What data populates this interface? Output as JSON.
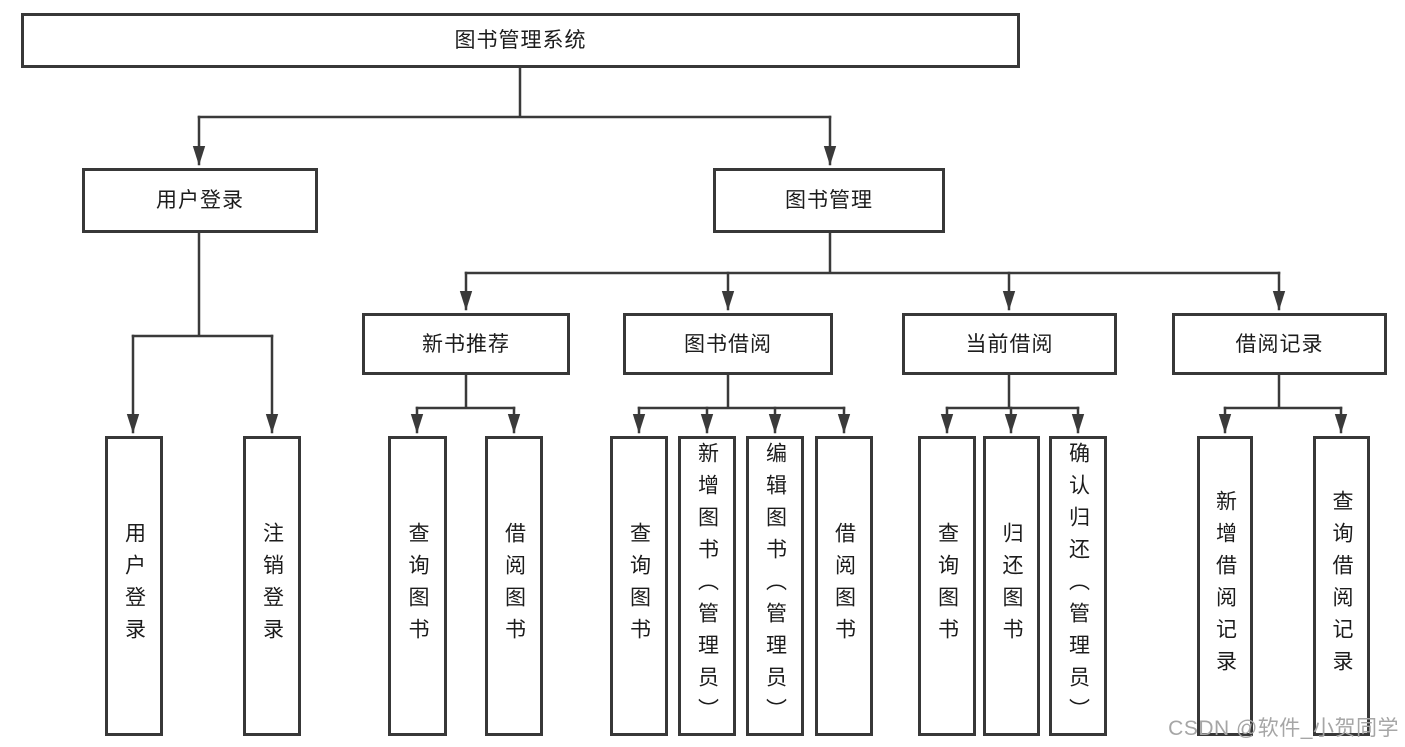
{
  "diagram_title": "图书管理系统",
  "tree": {
    "label": "图书管理系统",
    "children": [
      {
        "label": "用户登录",
        "children": [
          {
            "label": "用户登录"
          },
          {
            "label": "注销登录"
          }
        ]
      },
      {
        "label": "图书管理",
        "children": [
          {
            "label": "新书推荐",
            "children": [
              {
                "label": "查询图书"
              },
              {
                "label": "借阅图书"
              }
            ]
          },
          {
            "label": "图书借阅",
            "children": [
              {
                "label": "查询图书"
              },
              {
                "label": "新增图书（管理员）"
              },
              {
                "label": "编辑图书（管理员）"
              },
              {
                "label": "借阅图书"
              }
            ]
          },
          {
            "label": "当前借阅",
            "children": [
              {
                "label": "查询图书"
              },
              {
                "label": "归还图书"
              },
              {
                "label": "确认归还（管理员）"
              }
            ]
          },
          {
            "label": "借阅记录",
            "children": [
              {
                "label": "新增借阅记录"
              },
              {
                "label": "查询借阅记录"
              }
            ]
          }
        ]
      }
    ]
  },
  "watermark": {
    "text": "CSDN @软件_小贺同学"
  },
  "colors": {
    "background": "#ffffff",
    "box_border": "#383838",
    "connector_line": "#3a3a3a",
    "text": "#1c1c1c",
    "watermark_text": "#a6a6a6"
  }
}
